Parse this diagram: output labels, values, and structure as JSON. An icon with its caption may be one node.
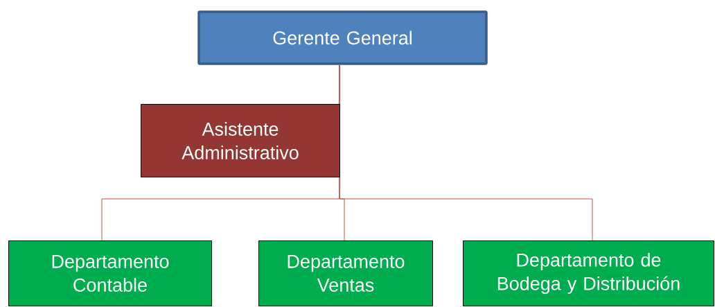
{
  "diagram": {
    "nodes": [
      {
        "text": [
          "Gerente General"
        ]
      },
      {
        "text": [
          "Asistente Administrativo"
        ]
      },
      {
        "text": [
          "Departamento Contable"
        ]
      },
      {
        "text": [
          "Departamento Ventas"
        ]
      },
      {
        "text": [
          "Departamento de Bodega y Distribución"
        ]
      }
    ],
    "edges": [
      {
        "from": 0,
        "to": 1,
        "arrow": "none"
      },
      {
        "from": 0,
        "to": 2,
        "arrow": "none"
      },
      {
        "from": 0,
        "to": 3,
        "arrow": "none"
      },
      {
        "from": 0,
        "to": 4,
        "arrow": "none"
      }
    ]
  }
}
